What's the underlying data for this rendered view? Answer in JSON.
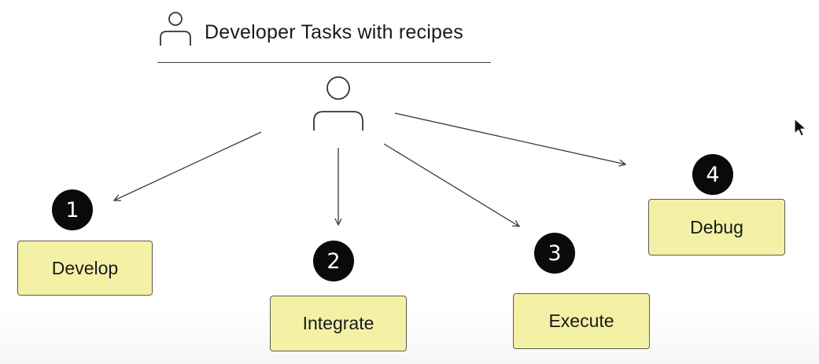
{
  "diagram": {
    "title": "Developer Tasks with recipes",
    "tasks": [
      {
        "number": "1",
        "label": "Develop"
      },
      {
        "number": "2",
        "label": "Integrate"
      },
      {
        "number": "3",
        "label": "Execute"
      },
      {
        "number": "4",
        "label": "Debug"
      }
    ]
  },
  "colors": {
    "box_fill": "#f4f1a6",
    "badge_fill": "#0a0a0a",
    "line": "#3a3a3a"
  },
  "icons": [
    "person-icon",
    "mouse-cursor-icon"
  ]
}
